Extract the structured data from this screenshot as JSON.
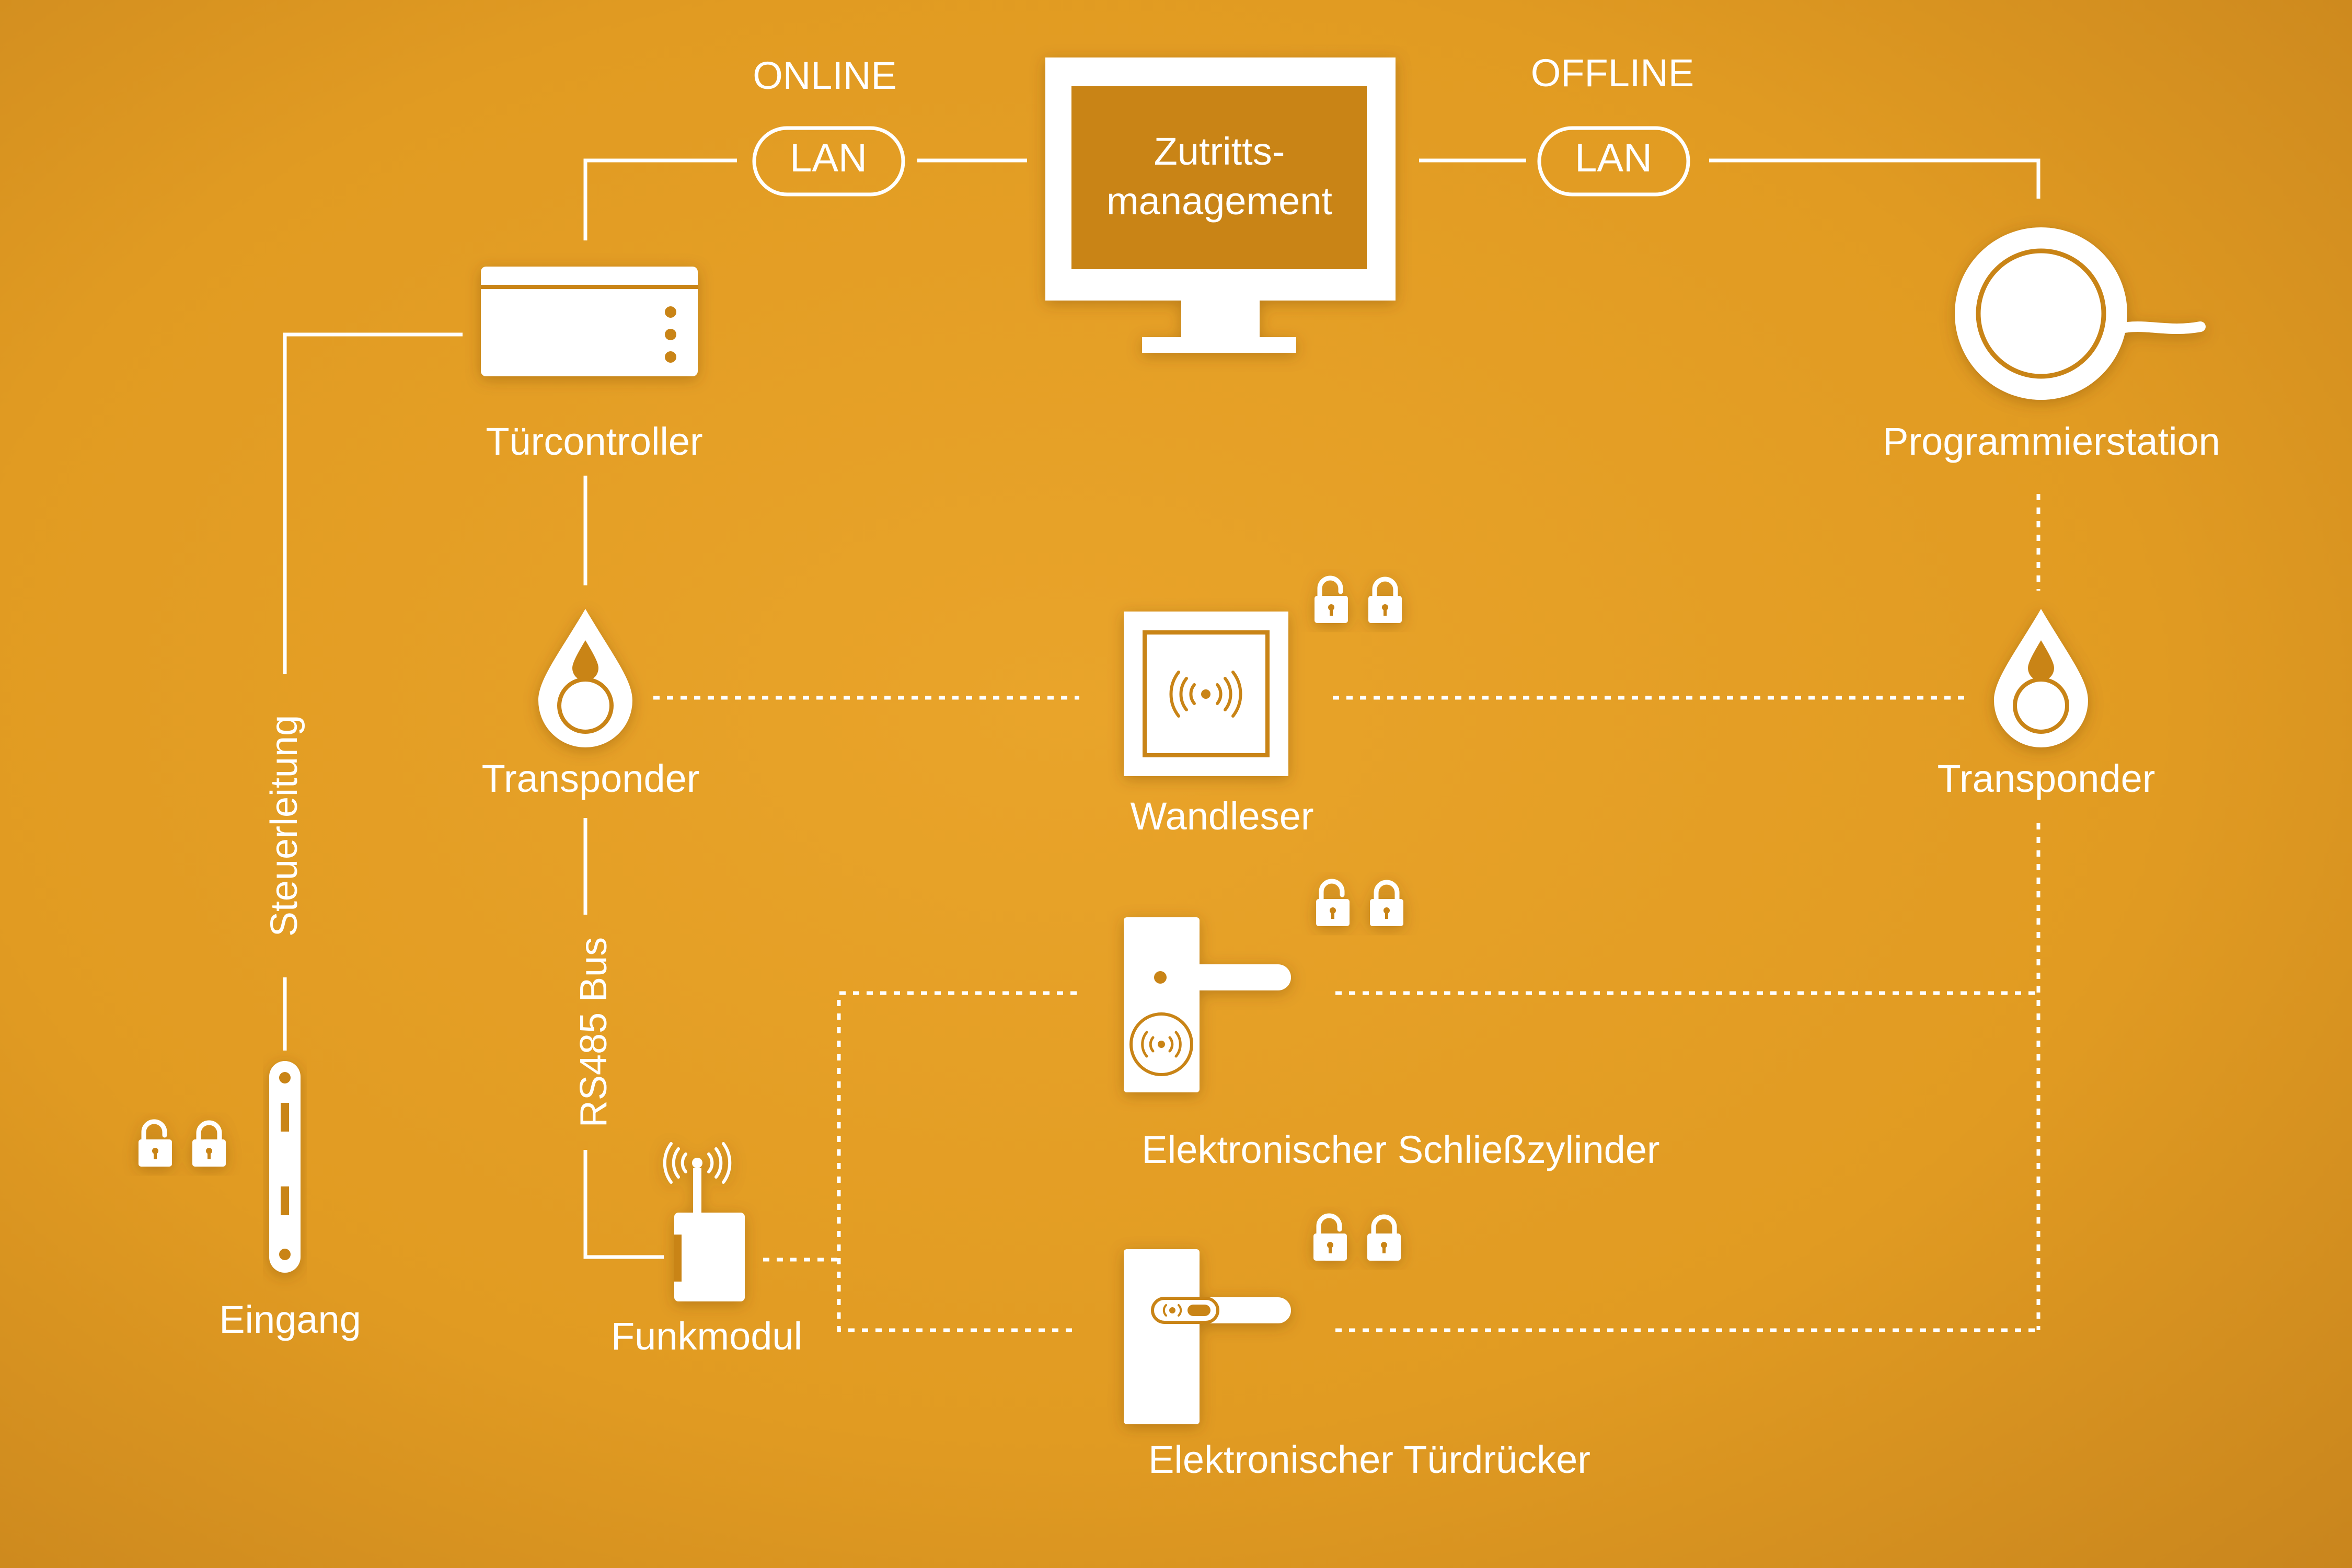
{
  "connections": {
    "online_label": "ONLINE",
    "offline_label": "OFFLINE",
    "lan_left": "LAN",
    "lan_right": "LAN",
    "steuerleitung": "Steuerleitung",
    "rs485": "RS485 Bus"
  },
  "nodes": {
    "zutritt_line1": "Zutritts-",
    "zutritt_line2": "management",
    "tuercontroller": "Türcontroller",
    "programmierstation": "Programmierstation",
    "transponder_left": "Transponder",
    "transponder_right": "Transponder",
    "wandleser": "Wandleser",
    "schliesszylinder": "Elektronischer Schließzylinder",
    "tuerdruecker": "Elektronischer Türdrücker",
    "funkmodul": "Funkmodul",
    "eingang": "Eingang"
  },
  "colors": {
    "background_light": "#E69F25",
    "background_dark": "#C17E1C",
    "line": "#FFFFFF",
    "icon_fill": "#FFFFFF",
    "icon_detail": "#C98418"
  },
  "icons": [
    "monitor-icon",
    "controller-icon",
    "programming-station-icon",
    "transponder-icon",
    "wall-reader-icon",
    "door-cylinder-icon",
    "door-handle-icon",
    "radio-module-icon",
    "door-strip-icon",
    "padlock-icon"
  ]
}
